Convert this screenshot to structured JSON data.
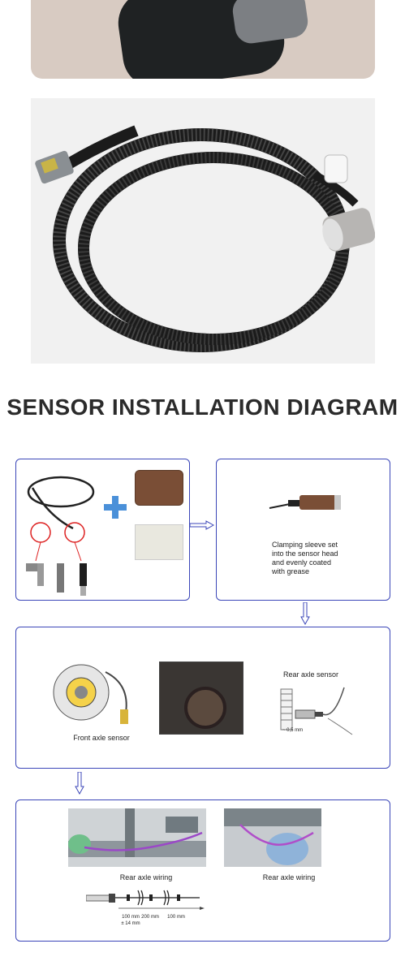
{
  "title": "SENSOR INSTALLATION DIAGRAM",
  "step1": {
    "plus_icon": "plus-icon"
  },
  "step2": {
    "caption": "Clamping sleeve set into the sensor head and evenly coated with grease"
  },
  "step3": {
    "front_caption": "Front axle sensor",
    "rear_caption": "Rear axle sensor",
    "gap_label": "~ 0,5 mm"
  },
  "step4": {
    "wiring_left": "Rear axle wiring",
    "wiring_right": "Rear axle wiring",
    "dims": [
      "100 mm",
      "200 mm",
      "100 mm"
    ],
    "dim_note": "± 14 mm"
  },
  "colors": {
    "accent": "#3b46b8",
    "plus": "#4a90d9"
  }
}
